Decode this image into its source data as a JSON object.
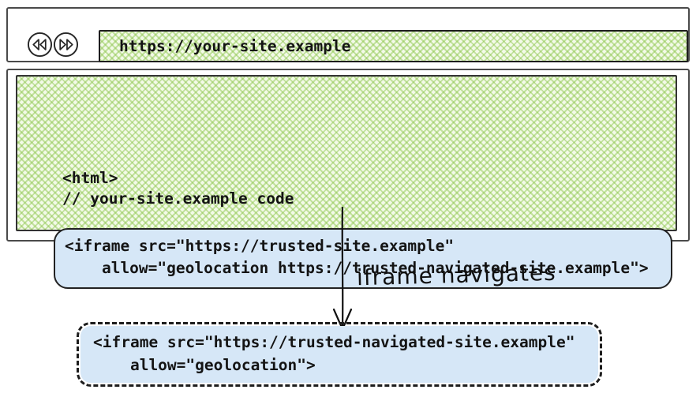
{
  "colors": {
    "hatch-green": "rgba(141,198,77,.48)",
    "hatch-base": "#f3fae8",
    "code-blue": "#d6e7f7",
    "ink": "#141414",
    "frame-gray": "#4a4a4a",
    "box-border": "#222222"
  },
  "toolbar": {
    "url": "https://your-site.example",
    "back_icon": "rewind-icon",
    "forward_icon": "fast-forward-icon"
  },
  "page": {
    "code": "<html>\n// your-site.example code"
  },
  "iframe_embed": {
    "code": "<iframe src=\"https://trusted-site.example\"\n    allow=\"geolocation https://trusted-navigated-site.example\">"
  },
  "arrow": {
    "label": "iframe navigates"
  },
  "navigated_iframe": {
    "code": "<iframe src=\"https://trusted-navigated-site.example\"\n    allow=\"geolocation\">"
  }
}
